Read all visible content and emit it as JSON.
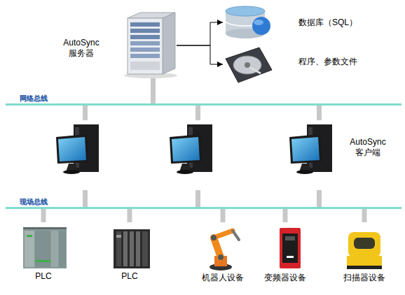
{
  "diagram": {
    "nodes": [
      {
        "text": [
          "AutoSync 服务器"
        ]
      },
      {
        "text": [
          "数据库（SQL）"
        ]
      },
      {
        "text": [
          "程序、参数文件"
        ]
      },
      {
        "text": [
          "网络总线"
        ]
      },
      {
        "text": [
          "AutoSync 客户端"
        ]
      },
      {
        "text": [
          "现场总线"
        ]
      },
      {
        "text": [
          "PLC"
        ]
      },
      {
        "text": [
          "PLC"
        ]
      },
      {
        "text": [
          "机器人设备"
        ]
      },
      {
        "text": [
          "变频器设备"
        ]
      },
      {
        "text": [
          "扫描器设备"
        ]
      }
    ],
    "edges": [
      {
        "from": 0,
        "to": 1,
        "arrow": "to"
      },
      {
        "from": 0,
        "to": 2,
        "arrow": "to"
      },
      {
        "from": 0,
        "to": 3,
        "arrow": "none"
      },
      {
        "from": 3,
        "to": 4,
        "arrow": "none"
      },
      {
        "from": 4,
        "to": 5,
        "arrow": "none"
      },
      {
        "from": 5,
        "to": 6,
        "arrow": "none"
      },
      {
        "from": 5,
        "to": 7,
        "arrow": "none"
      },
      {
        "from": 5,
        "to": 8,
        "arrow": "none"
      },
      {
        "from": 5,
        "to": 9,
        "arrow": "none"
      },
      {
        "from": 5,
        "to": 10,
        "arrow": "none"
      }
    ]
  }
}
